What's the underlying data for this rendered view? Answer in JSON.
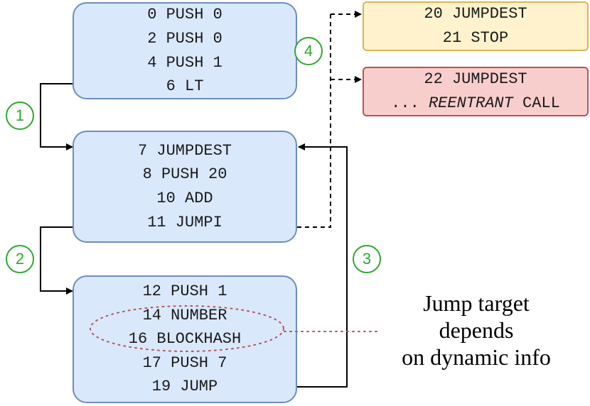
{
  "blocks": {
    "block_a": {
      "lines": [
        "0 PUSH 0",
        "2 PUSH 0",
        "4 PUSH 1",
        "6 LT"
      ]
    },
    "block_b": {
      "lines": [
        "7 JUMPDEST",
        "8 PUSH 20",
        "10 ADD",
        "11 JUMPI"
      ]
    },
    "block_c": {
      "lines": [
        "12 PUSH 1",
        "14 NUMBER",
        "16 BLOCKHASH",
        "17 PUSH 7",
        "19 JUMP"
      ]
    },
    "block_stop": {
      "lines": [
        "20 JUMPDEST",
        "21 STOP"
      ]
    },
    "block_call": {
      "line1": "22 JUMPDEST",
      "line2_prefix": "... ",
      "line2_italic": "REENTRANT",
      "line2_suffix": " CALL"
    }
  },
  "steps": [
    "1",
    "2",
    "3",
    "4"
  ],
  "annotation": {
    "lines": [
      "Jump target",
      "depends",
      "on dynamic info"
    ]
  },
  "colors": {
    "block_fill": "#dae8fc",
    "block_border": "#6c8ebf",
    "stop_fill": "#fff2cc",
    "stop_border": "#d6b656",
    "call_fill": "#f8cecc",
    "call_border": "#b85450",
    "step": "#2ea82e",
    "highlight": "#b85450"
  }
}
